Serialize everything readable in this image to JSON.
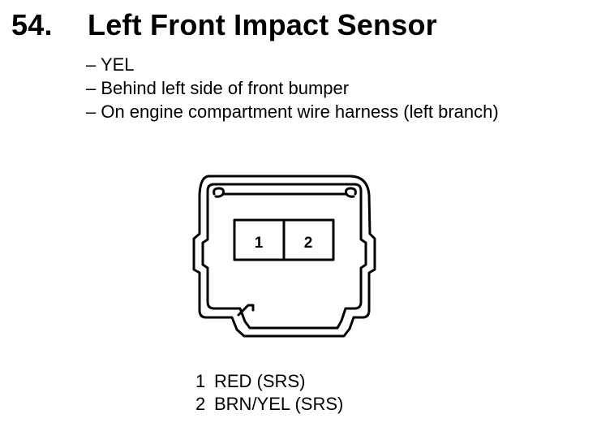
{
  "heading": {
    "number": "54.",
    "title": "Left Front Impact Sensor"
  },
  "details": [
    "– YEL",
    "– Behind left side of front bumper",
    "– On engine compartment wire harness (left branch)"
  ],
  "connector": {
    "terminals": [
      "1",
      "2"
    ]
  },
  "pins": [
    {
      "number": "1",
      "wire": "RED (SRS)"
    },
    {
      "number": "2",
      "wire": "BRN/YEL (SRS)"
    }
  ]
}
